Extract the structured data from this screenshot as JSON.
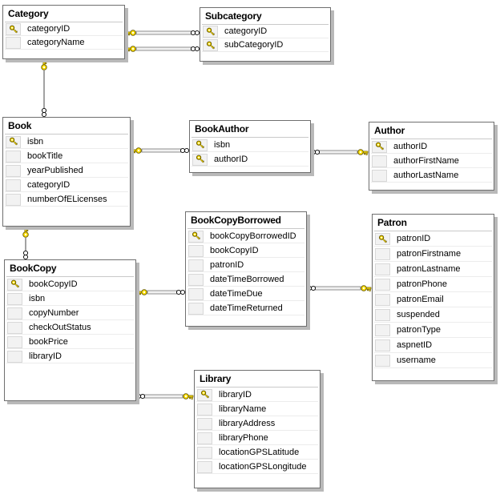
{
  "canvas": {
    "background": "#ffffff"
  },
  "colors": {
    "key_gold": "#ffe000",
    "key_outline": "#665800",
    "table_border": "#6f6f6f",
    "table_shadow": "#b9b9b9",
    "connector_gray": "#8f8f8f"
  },
  "icons": {
    "primary_key": "key-icon",
    "one_end": "key-icon",
    "many_end": "infinity-icon"
  },
  "tables": [
    {
      "name": "Category",
      "columns": [
        {
          "name": "categoryID",
          "pk": true
        },
        {
          "name": "categoryName",
          "pk": false
        }
      ]
    },
    {
      "name": "Subcategory",
      "columns": [
        {
          "name": "categoryID",
          "pk": true
        },
        {
          "name": "subCategoryID",
          "pk": true
        }
      ]
    },
    {
      "name": "Book",
      "columns": [
        {
          "name": "isbn",
          "pk": true
        },
        {
          "name": "bookTitle",
          "pk": false
        },
        {
          "name": "yearPublished",
          "pk": false
        },
        {
          "name": "categoryID",
          "pk": false
        },
        {
          "name": "numberOfELicenses",
          "pk": false
        }
      ]
    },
    {
      "name": "BookAuthor",
      "columns": [
        {
          "name": "isbn",
          "pk": true
        },
        {
          "name": "authorID",
          "pk": true
        }
      ]
    },
    {
      "name": "Author",
      "columns": [
        {
          "name": "authorID",
          "pk": true
        },
        {
          "name": "authorFirstName",
          "pk": false
        },
        {
          "name": "authorLastName",
          "pk": false
        }
      ]
    },
    {
      "name": "BookCopyBorrowed",
      "columns": [
        {
          "name": "bookCopyBorrowedID",
          "pk": true
        },
        {
          "name": "bookCopyID",
          "pk": false
        },
        {
          "name": "patronID",
          "pk": false
        },
        {
          "name": "dateTimeBorrowed",
          "pk": false
        },
        {
          "name": "dateTimeDue",
          "pk": false
        },
        {
          "name": "dateTimeReturned",
          "pk": false
        }
      ]
    },
    {
      "name": "Patron",
      "columns": [
        {
          "name": "patronID",
          "pk": true
        },
        {
          "name": "patronFirstname",
          "pk": false
        },
        {
          "name": "patronLastname",
          "pk": false
        },
        {
          "name": "patronPhone",
          "pk": false
        },
        {
          "name": "patronEmail",
          "pk": false
        },
        {
          "name": "suspended",
          "pk": false
        },
        {
          "name": "patronType",
          "pk": false
        },
        {
          "name": "aspnetID",
          "pk": false
        },
        {
          "name": "username",
          "pk": false
        }
      ]
    },
    {
      "name": "BookCopy",
      "columns": [
        {
          "name": "bookCopyID",
          "pk": true
        },
        {
          "name": "isbn",
          "pk": false
        },
        {
          "name": "copyNumber",
          "pk": false
        },
        {
          "name": "checkOutStatus",
          "pk": false
        },
        {
          "name": "bookPrice",
          "pk": false
        },
        {
          "name": "libraryID",
          "pk": false
        }
      ]
    },
    {
      "name": "Library",
      "columns": [
        {
          "name": "libraryID",
          "pk": true
        },
        {
          "name": "libraryName",
          "pk": false
        },
        {
          "name": "libraryAddress",
          "pk": false
        },
        {
          "name": "libraryPhone",
          "pk": false
        },
        {
          "name": "locationGPSLatitude",
          "pk": false
        },
        {
          "name": "locationGPSLongitude",
          "pk": false
        }
      ]
    }
  ],
  "relationships": [
    {
      "one": "Category",
      "many": "Subcategory"
    },
    {
      "one": "Category",
      "many": "Subcategory"
    },
    {
      "one": "Category",
      "many": "Book"
    },
    {
      "one": "Book",
      "many": "BookAuthor"
    },
    {
      "one": "Author",
      "many": "BookAuthor"
    },
    {
      "one": "Book",
      "many": "BookCopy"
    },
    {
      "one": "BookCopy",
      "many": "BookCopyBorrowed"
    },
    {
      "one": "Patron",
      "many": "BookCopyBorrowed"
    },
    {
      "one": "Library",
      "many": "BookCopy"
    }
  ]
}
